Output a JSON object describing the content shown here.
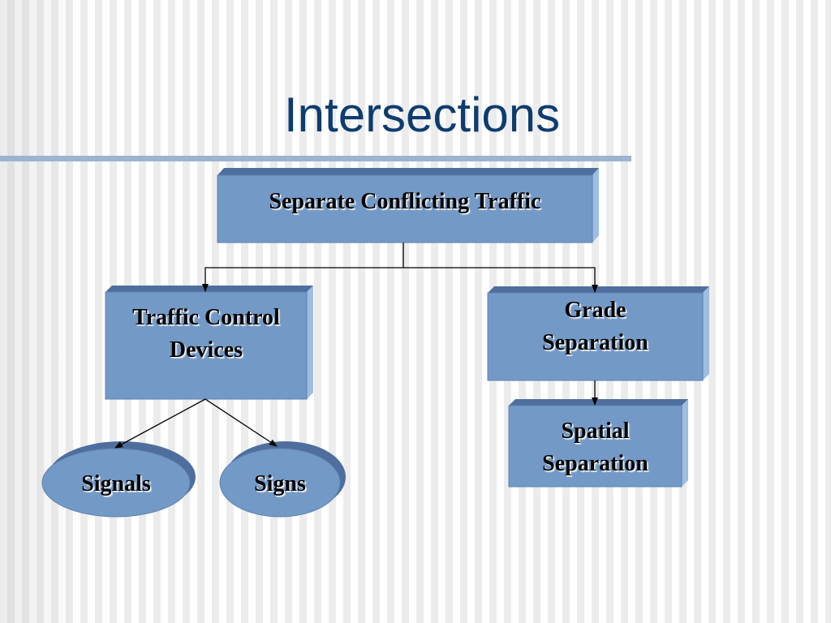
{
  "slide": {
    "title": "Intersections"
  },
  "colors": {
    "box_fill": "#7399c6",
    "box_top": "#4e6f9e",
    "box_side": "#9fbde0",
    "box_stroke": "#5d82b2",
    "title_text": "#0e3c6e",
    "title_rule": "#9db4d0",
    "connector": "#000000"
  },
  "diagram": {
    "nodes": [
      {
        "id": "separate-conflicting-traffic",
        "label": "Separate Conflicting Traffic",
        "shape": "box"
      },
      {
        "id": "traffic-control-devices",
        "label": "Traffic Control\nDevices",
        "shape": "box"
      },
      {
        "id": "grade-separation",
        "label": "Grade\nSeparation",
        "shape": "box"
      },
      {
        "id": "spatial-separation",
        "label": "Spatial\nSeparation",
        "shape": "box"
      },
      {
        "id": "signals",
        "label": "Signals",
        "shape": "ellipse"
      },
      {
        "id": "signs",
        "label": "Signs",
        "shape": "ellipse"
      }
    ],
    "edges": [
      {
        "from": "separate-conflicting-traffic",
        "to": "traffic-control-devices"
      },
      {
        "from": "separate-conflicting-traffic",
        "to": "grade-separation"
      },
      {
        "from": "traffic-control-devices",
        "to": "signals"
      },
      {
        "from": "traffic-control-devices",
        "to": "signs"
      },
      {
        "from": "grade-separation",
        "to": "spatial-separation"
      }
    ]
  }
}
